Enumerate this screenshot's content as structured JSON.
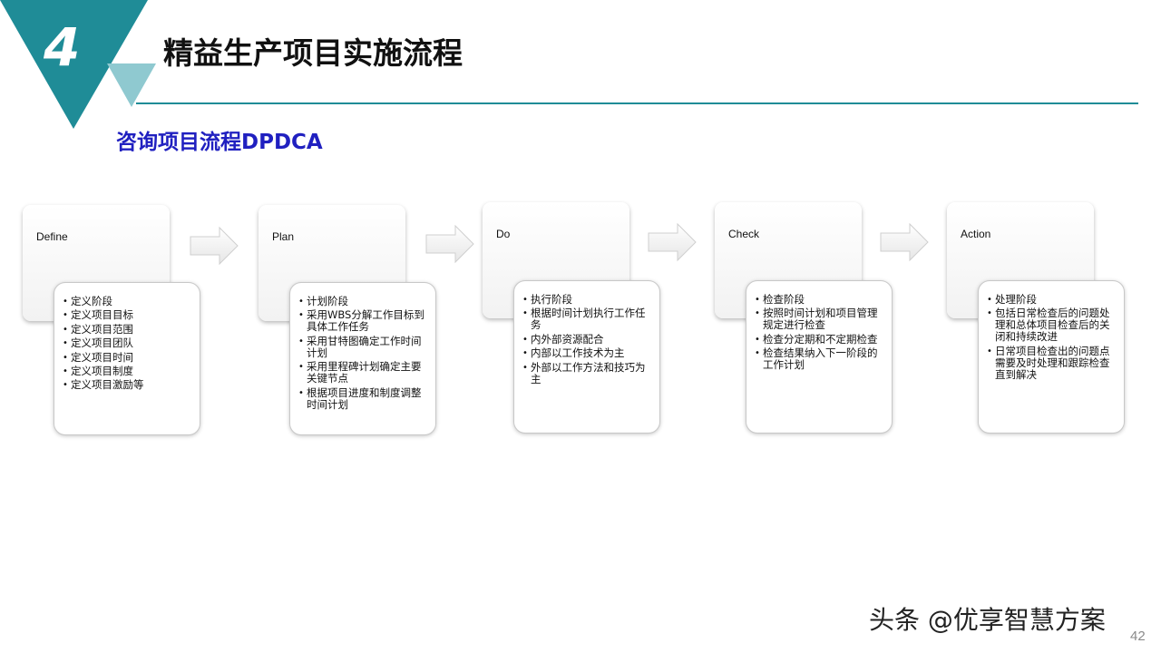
{
  "header": {
    "section_number": "4",
    "title": "精益生产项目实施流程",
    "subtitle": "咨询项目流程DPDCA",
    "accent_color": "#1f8c97",
    "light_accent_color": "#8fc9d0",
    "subtitle_color": "#2020c0"
  },
  "stages": [
    {
      "label": "Define",
      "items": [
        "定义阶段",
        "定义项目目标",
        "定义项目范围",
        "定义项目团队",
        "定义项目时间",
        "定义项目制度",
        "定义项目激励等"
      ]
    },
    {
      "label": "Plan",
      "items": [
        "计划阶段",
        "采用WBS分解工作目标到具体工作任务",
        "采用甘特图确定工作时间计划",
        "采用里程碑计划确定主要关键节点",
        "根据项目进度和制度调整时间计划"
      ]
    },
    {
      "label": "Do",
      "items": [
        "执行阶段",
        "根据时间计划执行工作任务",
        "内外部资源配合",
        "内部以工作技术为主",
        "外部以工作方法和技巧为主"
      ]
    },
    {
      "label": "Check",
      "items": [
        "检查阶段",
        "按照时间计划和项目管理规定进行检查",
        "检查分定期和不定期检查",
        "检查结果纳入下一阶段的工作计划"
      ]
    },
    {
      "label": "Action",
      "items": [
        "处理阶段",
        "包括日常检查后的问题处理和总体项目检查后的关闭和持续改进",
        "日常项目检查出的问题点需要及时处理和跟踪检查直到解决"
      ]
    }
  ],
  "arrows": [
    "right-arrow-icon",
    "right-arrow-icon",
    "right-arrow-icon",
    "right-arrow-icon"
  ],
  "footer": {
    "watermark": "头条 @优享智慧方案",
    "page_number": "42"
  }
}
